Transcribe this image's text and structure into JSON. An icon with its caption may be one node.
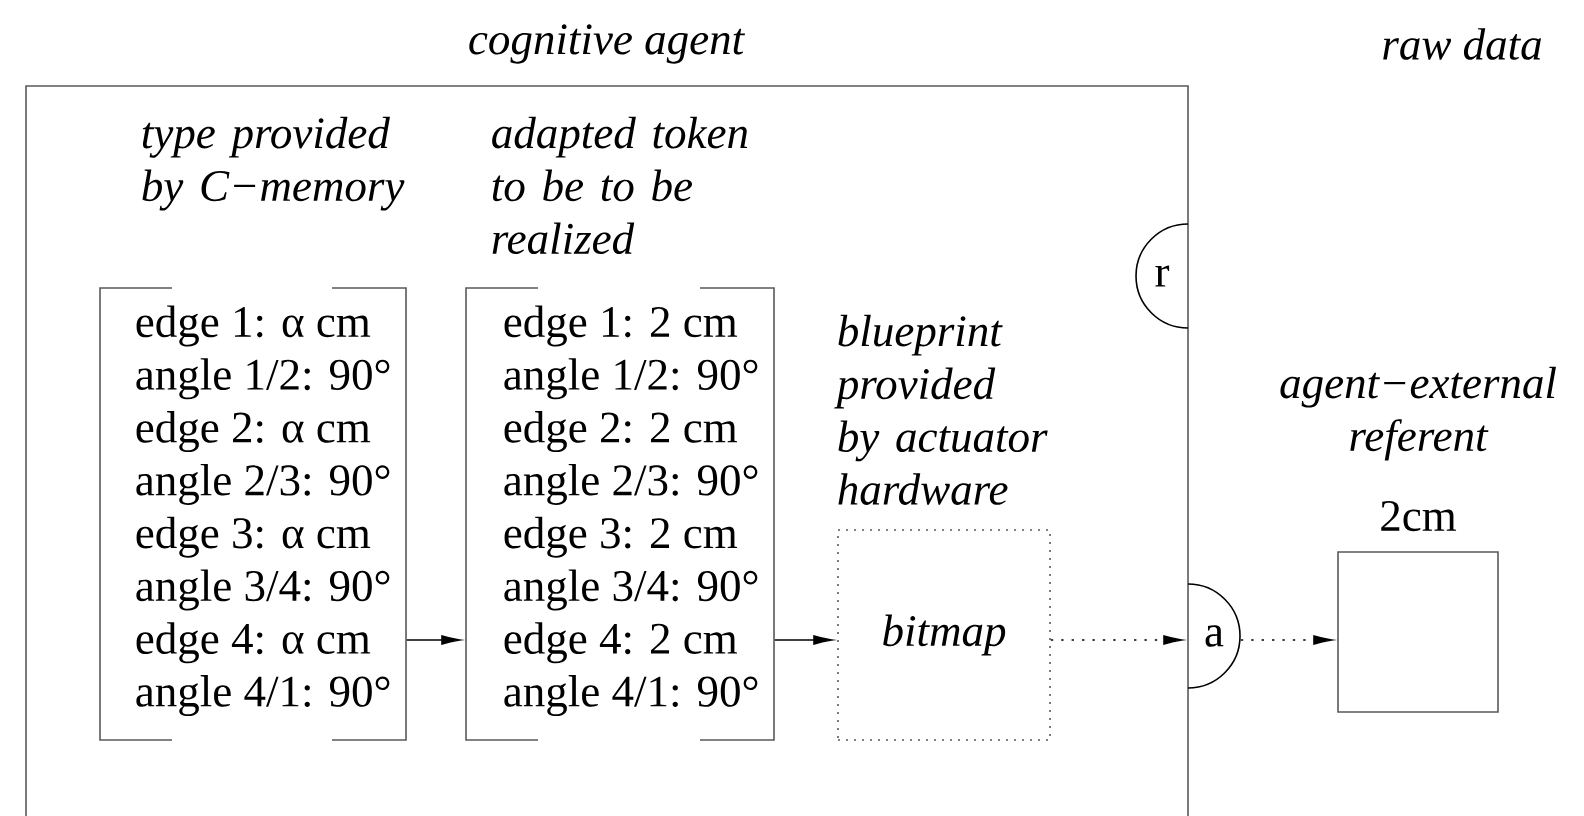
{
  "diagram": {
    "nodes": [
      {
        "text": [
          "cognitive agent"
        ]
      },
      {
        "text": [
          "type provided by C−memory",
          "edge 1: α cm",
          "angle 1/2: 90°",
          "edge 2: α cm",
          "angle 2/3: 90°",
          "edge 3: α cm",
          "angle 3/4: 90°",
          "edge 4: α cm",
          "angle 4/1: 90°"
        ],
        "in": 0
      },
      {
        "text": [
          "adapted token to be to be realized",
          "edge 1: 2 cm",
          "angle 1/2: 90°",
          "edge 2: 2 cm",
          "angle 2/3: 90°",
          "edge 3: 2 cm",
          "angle 3/4: 90°",
          "edge 4: 2 cm",
          "angle 4/1: 90°"
        ],
        "in": 0
      },
      {
        "text": [
          "blueprint provided by actuator hardware",
          "bitmap"
        ],
        "in": 0
      },
      {
        "text": [
          "r"
        ],
        "in": 0
      },
      {
        "text": [
          "a"
        ]
      },
      {
        "text": [
          "agent−external referent"
        ],
        "beside": [
          "2cm"
        ]
      }
    ],
    "edges": [
      {
        "from": 1,
        "to": 2,
        "arrow": "to"
      },
      {
        "from": 2,
        "to": 3,
        "arrow": "to"
      },
      {
        "from": 3,
        "to": 5,
        "arrow": "to",
        "style": "dashed"
      },
      {
        "from": 5,
        "to": 6,
        "arrow": "to",
        "style": "dashed"
      }
    ],
    "labels": [
      "raw data"
    ]
  }
}
